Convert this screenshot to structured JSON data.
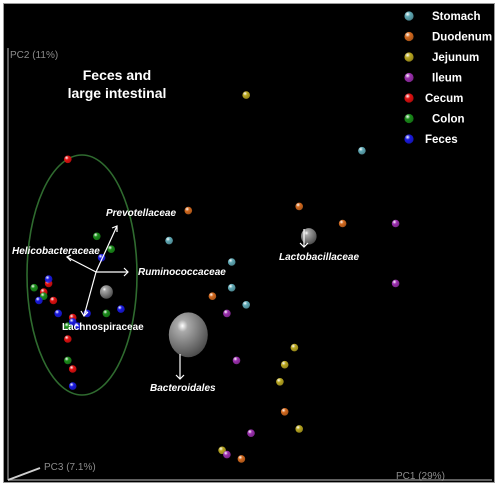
{
  "chart_data": {
    "type": "scatter",
    "title": "",
    "axes": {
      "pc1_label": "PC1 (29%)",
      "pc2_label": "PC2 (11%)",
      "pc3_label": "PC3 (7.1%)"
    },
    "legend_position": "top-right",
    "legend": [
      {
        "name": "Stomach",
        "color": "#5fa8b4"
      },
      {
        "name": "Duodenum",
        "color": "#d2691e"
      },
      {
        "name": "Jejunum",
        "color": "#b8a620"
      },
      {
        "name": "Ileum",
        "color": "#9b2fae"
      },
      {
        "name": "Cecum",
        "color": "#e01010"
      },
      {
        "name": "Colon",
        "color": "#1a8c1a"
      },
      {
        "name": "Feces",
        "color": "#1a1ae0"
      }
    ],
    "groups": [
      {
        "name": "Feces and large intestinal",
        "lines": [
          "Feces and",
          "large intestinal"
        ]
      }
    ],
    "taxa_annotations": [
      {
        "name": "Prevotellaceae",
        "italic": true
      },
      {
        "name": "Helicobacteraceae",
        "italic": true
      },
      {
        "name": "Ruminococcaceae",
        "italic": true
      },
      {
        "name": "Lachnospiraceae",
        "italic": false
      },
      {
        "name": "Bacteroidales",
        "italic": true
      },
      {
        "name": "Lactobacillaceae",
        "italic": true
      }
    ],
    "points": [
      {
        "series": "Cecum",
        "x": 0.12,
        "y": 0.74
      },
      {
        "series": "Cecum",
        "x": 0.08,
        "y": 0.45
      },
      {
        "series": "Cecum",
        "x": 0.07,
        "y": 0.43
      },
      {
        "series": "Cecum",
        "x": 0.09,
        "y": 0.41
      },
      {
        "series": "Cecum",
        "x": 0.13,
        "y": 0.37
      },
      {
        "series": "Cecum",
        "x": 0.12,
        "y": 0.32
      },
      {
        "series": "Cecum",
        "x": 0.13,
        "y": 0.25
      },
      {
        "series": "Colon",
        "x": 0.18,
        "y": 0.56
      },
      {
        "series": "Colon",
        "x": 0.21,
        "y": 0.53
      },
      {
        "series": "Colon",
        "x": 0.05,
        "y": 0.44
      },
      {
        "series": "Colon",
        "x": 0.07,
        "y": 0.42
      },
      {
        "series": "Colon",
        "x": 0.12,
        "y": 0.35
      },
      {
        "series": "Colon",
        "x": 0.2,
        "y": 0.38
      },
      {
        "series": "Colon",
        "x": 0.12,
        "y": 0.27
      },
      {
        "series": "Feces",
        "x": 0.19,
        "y": 0.51
      },
      {
        "series": "Feces",
        "x": 0.08,
        "y": 0.46
      },
      {
        "series": "Feces",
        "x": 0.06,
        "y": 0.41
      },
      {
        "series": "Feces",
        "x": 0.1,
        "y": 0.38
      },
      {
        "series": "Feces",
        "x": 0.13,
        "y": 0.36
      },
      {
        "series": "Feces",
        "x": 0.16,
        "y": 0.38
      },
      {
        "series": "Feces",
        "x": 0.23,
        "y": 0.39
      },
      {
        "series": "Feces",
        "x": 0.14,
        "y": 0.35
      },
      {
        "series": "Feces",
        "x": 0.13,
        "y": 0.21
      },
      {
        "series": "Stomach",
        "x": 0.73,
        "y": 0.76
      },
      {
        "series": "Stomach",
        "x": 0.33,
        "y": 0.55
      },
      {
        "series": "Stomach",
        "x": 0.46,
        "y": 0.5
      },
      {
        "series": "Stomach",
        "x": 0.46,
        "y": 0.44
      },
      {
        "series": "Stomach",
        "x": 0.49,
        "y": 0.4
      },
      {
        "series": "Duodenum",
        "x": 0.37,
        "y": 0.62
      },
      {
        "series": "Duodenum",
        "x": 0.6,
        "y": 0.63
      },
      {
        "series": "Duodenum",
        "x": 0.69,
        "y": 0.59
      },
      {
        "series": "Duodenum",
        "x": 0.42,
        "y": 0.42
      },
      {
        "series": "Duodenum",
        "x": 0.57,
        "y": 0.15
      },
      {
        "series": "Duodenum",
        "x": 0.48,
        "y": 0.04
      },
      {
        "series": "Jejunum",
        "x": 0.49,
        "y": 0.89
      },
      {
        "series": "Jejunum",
        "x": 0.59,
        "y": 0.3
      },
      {
        "series": "Jejunum",
        "x": 0.57,
        "y": 0.26
      },
      {
        "series": "Jejunum",
        "x": 0.56,
        "y": 0.22
      },
      {
        "series": "Jejunum",
        "x": 0.6,
        "y": 0.11
      },
      {
        "series": "Jejunum",
        "x": 0.44,
        "y": 0.06
      },
      {
        "series": "Ileum",
        "x": 0.8,
        "y": 0.59
      },
      {
        "series": "Ileum",
        "x": 0.8,
        "y": 0.45
      },
      {
        "series": "Ileum",
        "x": 0.45,
        "y": 0.38
      },
      {
        "series": "Ileum",
        "x": 0.47,
        "y": 0.27
      },
      {
        "series": "Ileum",
        "x": 0.5,
        "y": 0.1
      },
      {
        "series": "Ileum",
        "x": 0.45,
        "y": 0.05
      }
    ],
    "taxa_centroids": [
      {
        "name": "Helicobacteraceae",
        "x": 0.2,
        "y": 0.43,
        "weight": 1
      },
      {
        "name": "Bacteroidales",
        "x": 0.37,
        "y": 0.33,
        "weight": 3
      },
      {
        "name": "Lactobacillaceae",
        "x": 0.62,
        "y": 0.56,
        "weight": 1.2
      }
    ]
  }
}
